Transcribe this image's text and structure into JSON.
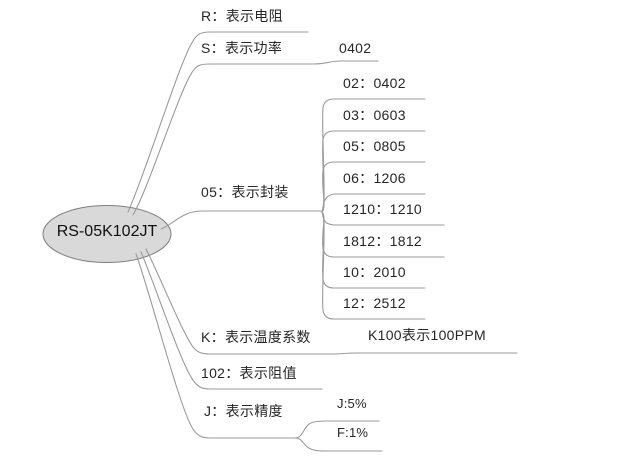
{
  "colors": {
    "background": "#ffffff",
    "line": "#9a9a9a",
    "node_fill": "#d9d9d9",
    "node_stroke": "#7f7f7f",
    "text": "#262626"
  },
  "center": {
    "label": "RS-05K102JT"
  },
  "branches": {
    "r": {
      "label": "R：表示电阻"
    },
    "s": {
      "label": "S：表示功率",
      "child": "0402"
    },
    "pkg": {
      "label": "05：表示封装",
      "children": [
        "02：0402",
        "03：0603",
        "05：0805",
        "06：1206",
        "1210：1210",
        "1812：1812",
        "10：2010",
        "12：2512"
      ]
    },
    "k": {
      "label": "K：表示温度系数",
      "child": "K100表示100PPM"
    },
    "val": {
      "label": "102：表示阻值"
    },
    "j": {
      "label": "J：表示精度",
      "children": [
        "J:5%",
        "F:1%"
      ]
    }
  }
}
